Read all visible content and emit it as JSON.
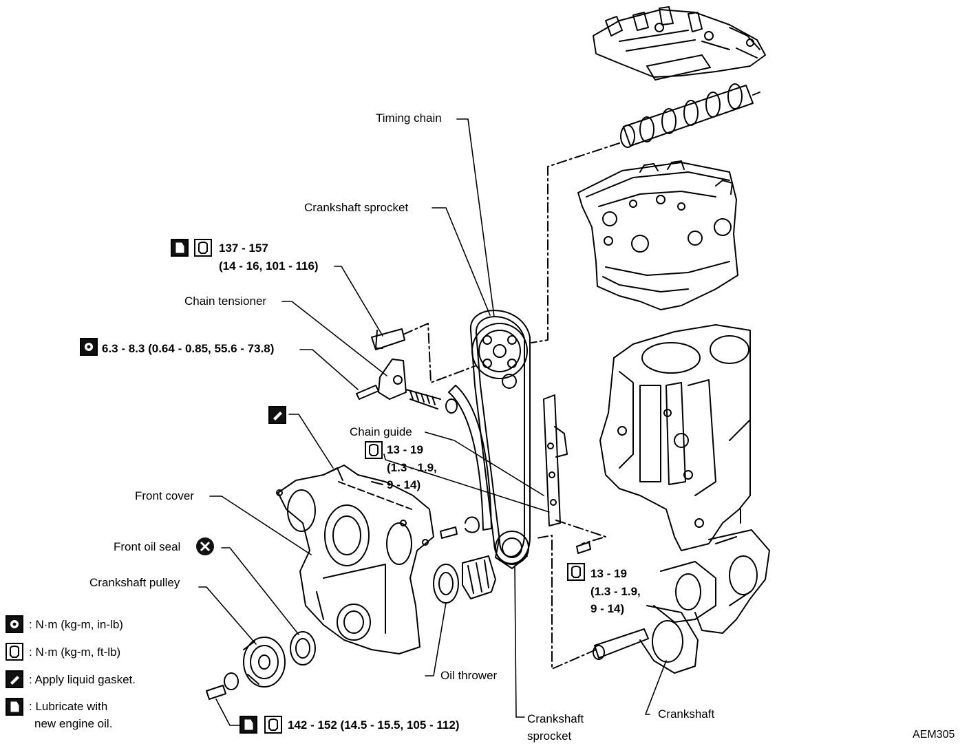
{
  "labels": {
    "timing_chain": "Timing chain",
    "crankshaft_sprocket_top": "Crankshaft sprocket",
    "chain_tensioner": "Chain tensioner",
    "chain_guide": "Chain guide",
    "front_cover": "Front cover",
    "front_oil_seal": "Front oil seal",
    "crankshaft_pulley": "Crankshaft pulley",
    "oil_thrower": "Oil thrower",
    "crankshaft_sprocket_bottom_1": "Crankshaft",
    "crankshaft_sprocket_bottom_2": "sprocket",
    "crankshaft": "Crankshaft"
  },
  "torques": {
    "upper_bolt_1": "137 - 157",
    "upper_bolt_2": "(14 - 16, 101 - 116)",
    "tensioner_bolt": "6.3 - 8.3 (0.64 - 0.85, 55.6 - 73.8)",
    "chain_guide_1": "13 - 19",
    "chain_guide_2": "(1.3 - 1.9,",
    "chain_guide_3": "9 - 14)",
    "right_1": "13 - 19",
    "right_2": "(1.3 - 1.9,",
    "right_3": "9 - 14)",
    "pulley_bolt": "142 - 152 (14.5 - 15.5, 105 - 112)"
  },
  "legend": {
    "nm_inlb": ": N·m (kg-m, in-lb)",
    "nm_ftlb": ": N·m (kg-m, ft-lb)",
    "liquid_gasket": ": Apply liquid gasket.",
    "lubricate_1": ": Lubricate with",
    "lubricate_2": "new engine oil."
  },
  "figure_code": "AEM305",
  "icons": [
    "torque-inlb-icon",
    "torque-ftlb-icon",
    "liquid-gasket-icon",
    "lubricate-oil-icon",
    "replace-part-icon"
  ]
}
